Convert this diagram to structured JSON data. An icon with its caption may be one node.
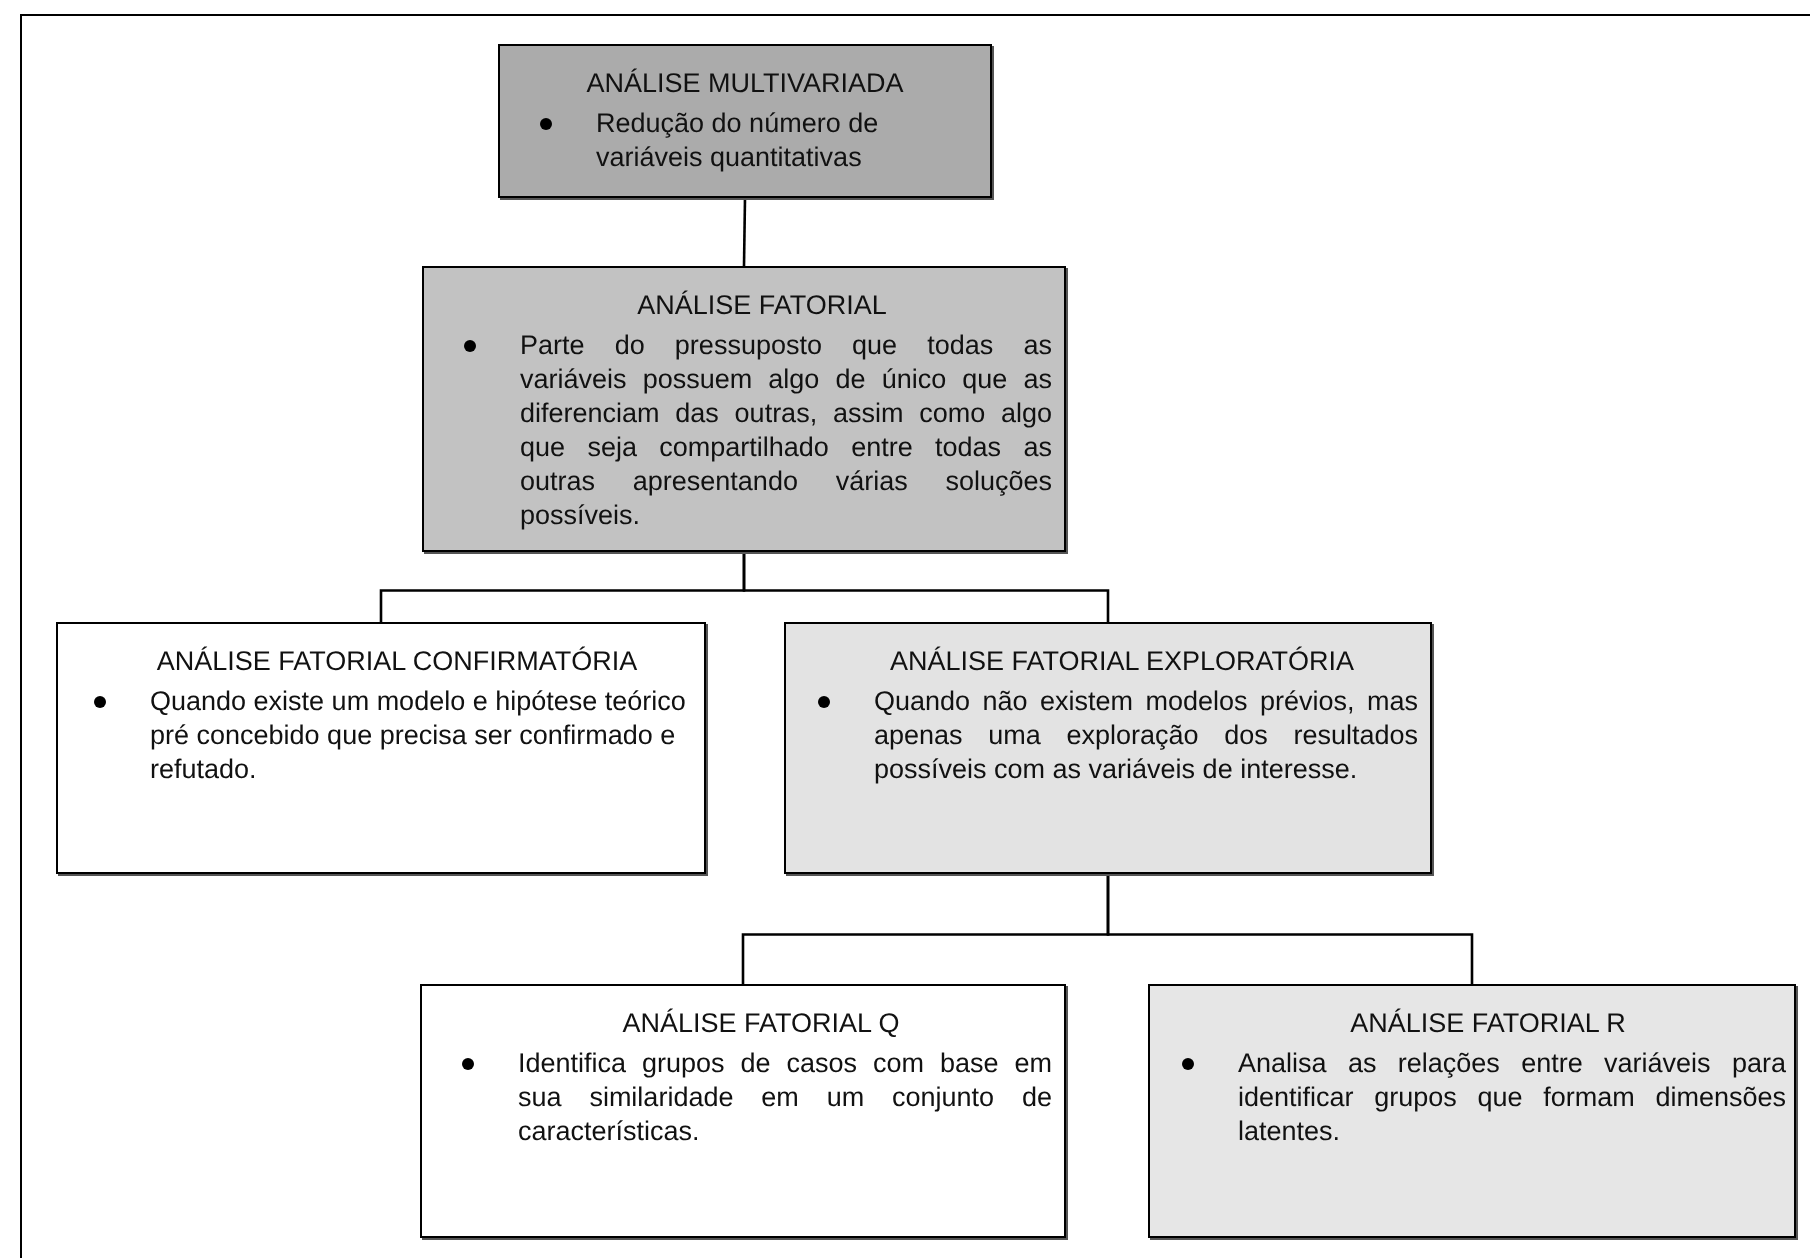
{
  "diagram": {
    "nodes": [
      {
        "text": [
          "ANÁLISE MULTIVARIADA",
          "Redução do número de variáveis quantitativas"
        ]
      },
      {
        "text": [
          "ANÁLISE FATORIAL",
          "Parte do pressuposto que todas as variáveis possuem algo de único que as diferenciam das outras, assim como algo que seja compartilhado entre todas as outras apresentando várias soluções possíveis."
        ]
      },
      {
        "text": [
          "ANÁLISE FATORIAL CONFIRMATÓRIA",
          "Quando existe um modelo e hipótese teórico pré concebido que precisa ser confirmado e refutado."
        ]
      },
      {
        "text": [
          "ANÁLISE FATORIAL EXPLORATÓRIA",
          "Quando não existem modelos prévios, mas apenas uma exploração dos resultados possíveis com as variáveis de interesse."
        ]
      },
      {
        "text": [
          "ANÁLISE FATORIAL Q",
          "Identifica grupos de casos com base em sua similaridade em um conjunto de características."
        ]
      },
      {
        "text": [
          "ANÁLISE FATORIAL R",
          "Analisa as relações entre variáveis para identificar grupos que formam dimensões latentes."
        ]
      }
    ],
    "edges": [
      {
        "from": 0,
        "to": 1,
        "arrow": "none"
      },
      {
        "from": 1,
        "to": 2,
        "arrow": "none"
      },
      {
        "from": 1,
        "to": 3,
        "arrow": "none"
      },
      {
        "from": 3,
        "to": 4,
        "arrow": "none"
      },
      {
        "from": 3,
        "to": 5,
        "arrow": "none"
      }
    ]
  }
}
